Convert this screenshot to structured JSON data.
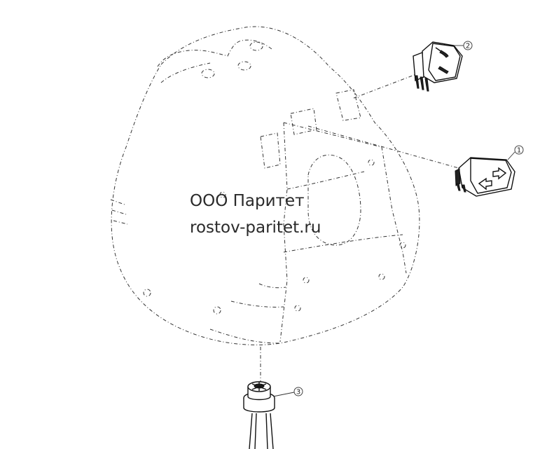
{
  "watermark": {
    "company": "ООО Паритет",
    "site": "rostov-paritet.ru"
  },
  "callouts": [
    {
      "id": "1",
      "label": "1"
    },
    {
      "id": "2",
      "label": "2"
    },
    {
      "id": "3",
      "label": "3"
    }
  ],
  "icons": {
    "part_1": "window-switch-arrows-icon",
    "part_2": "mirror-switch-icon",
    "part_3": "ignition-connector-icon"
  }
}
